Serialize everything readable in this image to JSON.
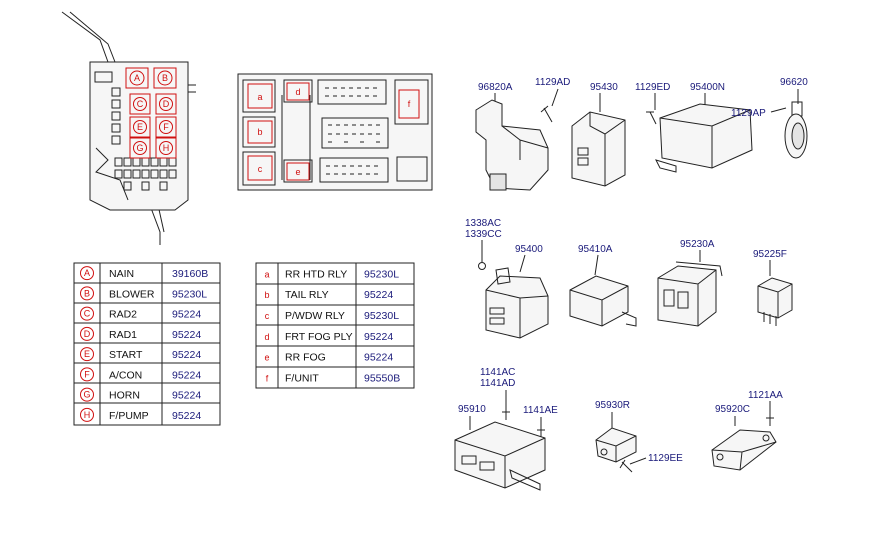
{
  "fuse_box_1": {
    "circle_labels": [
      "A",
      "B",
      "C",
      "D",
      "E",
      "F",
      "G",
      "H"
    ]
  },
  "fuse_box_2": {
    "slot_labels": [
      "a",
      "b",
      "c",
      "d",
      "e",
      "f"
    ]
  },
  "table_1": {
    "rows": [
      {
        "key": "A",
        "name": "NAIN",
        "part": "39160B"
      },
      {
        "key": "B",
        "name": "BLOWER",
        "part": "95230L"
      },
      {
        "key": "C",
        "name": "RAD2",
        "part": "95224"
      },
      {
        "key": "D",
        "name": "RAD1",
        "part": "95224"
      },
      {
        "key": "E",
        "name": "START",
        "part": "95224"
      },
      {
        "key": "F",
        "name": "A/CON",
        "part": "95224"
      },
      {
        "key": "G",
        "name": "HORN",
        "part": "95224"
      },
      {
        "key": "H",
        "name": "F/PUMP",
        "part": "95224"
      }
    ]
  },
  "table_2": {
    "rows": [
      {
        "key": "a",
        "name": "RR HTD RLY",
        "part": "95230L"
      },
      {
        "key": "b",
        "name": "TAIL RLY",
        "part": "95224"
      },
      {
        "key": "c",
        "name": "P/WDW RLY",
        "part": "95230L"
      },
      {
        "key": "d",
        "name": "FRT FOG PLY",
        "part": "95224"
      },
      {
        "key": "e",
        "name": "RR FOG",
        "part": "95224"
      },
      {
        "key": "f",
        "name": "F/UNIT",
        "part": "95550B"
      }
    ]
  },
  "part_labels": {
    "p96820A": "96820A",
    "p1129AD": "1129AD",
    "p95430": "95430",
    "p1129ED": "1129ED",
    "p95400N": "95400N",
    "p96620": "96620",
    "p1129AP": "1129AP",
    "p1338AC": "1338AC",
    "p1339CC": "1339CC",
    "p95400": "95400",
    "p95410A": "95410A",
    "p95230A": "95230A",
    "p95225F": "95225F",
    "p1141AC": "1141AC",
    "p1141AD": "1141AD",
    "p95910": "95910",
    "p1141AE": "1141AE",
    "p95930R": "95930R",
    "p1129EE": "1129EE",
    "p1121AA": "1121AA",
    "p95920C": "95920C"
  }
}
